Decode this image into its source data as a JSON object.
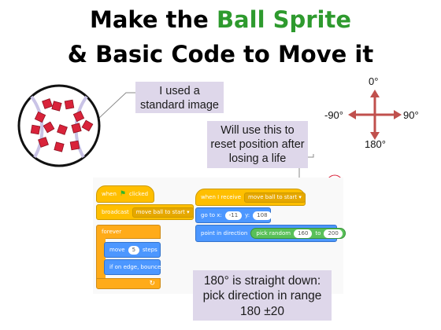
{
  "title": {
    "line1_prefix": "Make the ",
    "line1_highlight": "Ball Sprite",
    "line2": "& Basic Code to Move it"
  },
  "callouts": {
    "image": "I used a standard image",
    "reset": "Will use this to reset position after losing a life",
    "direction": "180° is straight down: pick direction in range 180 ±20"
  },
  "compass": {
    "up": "0°",
    "down": "180°",
    "left": "-90°",
    "right": "90°",
    "color": "#c0504d"
  },
  "script1": {
    "hat_when": "when",
    "hat_clicked": "clicked",
    "broadcast_label": "broadcast",
    "broadcast_message": "move ball to start",
    "forever_label": "forever",
    "move_label": "move",
    "move_steps": "5",
    "steps_label": "steps",
    "bounce_label": "if on edge, bounce"
  },
  "script2": {
    "hat_label": "when I receive",
    "hat_message": "move ball to start",
    "goto_label": "go to x:",
    "goto_x": "-11",
    "goto_y_label": "y:",
    "goto_y": "108",
    "direction_label": "point in direction",
    "random_label": "pick random",
    "random_from": "160",
    "random_to_label": "to",
    "random_to": "200"
  },
  "colors": {
    "title_green": "#2e9a2e",
    "callout_bg": "#ded7ea",
    "events": "#ffbf00",
    "motion": "#4c97ff",
    "control": "#ffab19",
    "operators": "#59c059"
  }
}
